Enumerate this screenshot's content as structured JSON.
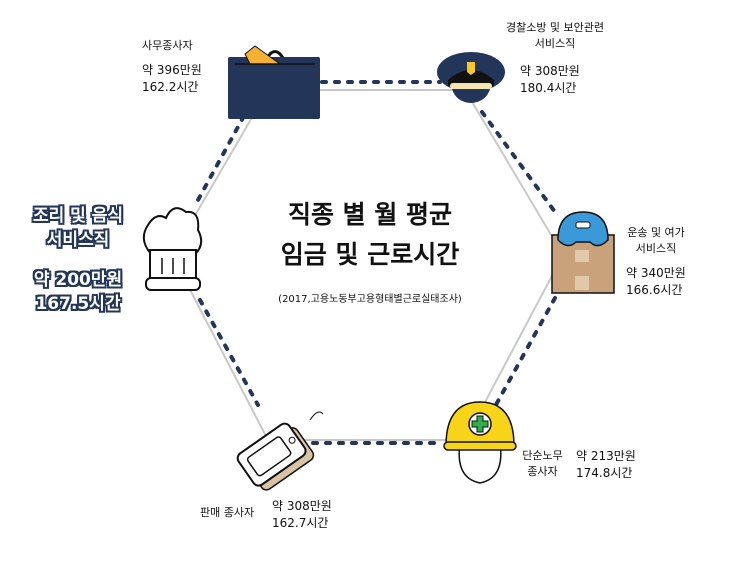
{
  "title_line1": "직종 별 월 평균",
  "title_line2": "임금 및 근로시간",
  "source": "(2017,고용노동부고용형태별근로실태조사)",
  "occupations": [
    {
      "name": "사무종사자",
      "wage": "약 396만원",
      "hours": "162.2시간",
      "icon": "briefcase-icon"
    },
    {
      "name_line1": "경찰소방 및 보안관련",
      "name_line2": "서비스직",
      "wage": "약 308만원",
      "hours": "180.4시간",
      "icon": "police-cap-icon"
    },
    {
      "name_line1": "운송 및 여가",
      "name_line2": "서비스직",
      "wage": "약 340만원",
      "hours": "166.6시간",
      "icon": "cap-box-icon"
    },
    {
      "name_line1": "단순노무",
      "name_line2": "종사자",
      "wage": "약 213만원",
      "hours": "174.8시간",
      "icon": "hard-hat-icon"
    },
    {
      "name": "판매 종사자",
      "wage": "약 308만원",
      "hours": "162.7시간",
      "icon": "price-tag-icon"
    },
    {
      "name_line1": "조리 및 음식",
      "name_line2": "서비스직",
      "wage": "약 200만원",
      "hours": "167.5시간",
      "icon": "chef-hat-icon"
    }
  ],
  "colors": {
    "navy": "#233559",
    "yellow": "#f7d418",
    "blue": "#3a9ad9",
    "box": "#c9a27c",
    "line": "#c8c8c8"
  }
}
